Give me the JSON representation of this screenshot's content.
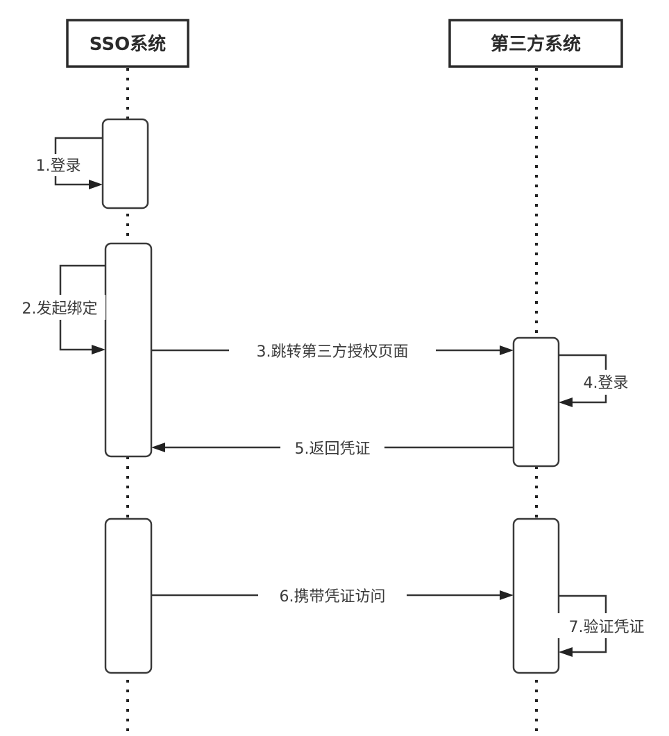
{
  "diagram": {
    "type": "sequence",
    "participants": [
      {
        "id": "sso",
        "label": "SSO系统"
      },
      {
        "id": "third",
        "label": "第三方系统"
      }
    ],
    "messages": [
      {
        "step": 1,
        "from": "sso",
        "to": "sso",
        "label": "1.登录",
        "kind": "self"
      },
      {
        "step": 2,
        "from": "sso",
        "to": "sso",
        "label": "2.发起绑定",
        "kind": "self"
      },
      {
        "step": 3,
        "from": "sso",
        "to": "third",
        "label": "3.跳转第三方授权页面",
        "kind": "call"
      },
      {
        "step": 4,
        "from": "third",
        "to": "third",
        "label": "4.登录",
        "kind": "self"
      },
      {
        "step": 5,
        "from": "third",
        "to": "sso",
        "label": "5.返回凭证",
        "kind": "return"
      },
      {
        "step": 6,
        "from": "sso",
        "to": "third",
        "label": "6.携带凭证访问",
        "kind": "call"
      },
      {
        "step": 7,
        "from": "third",
        "to": "third",
        "label": "7.验证凭证",
        "kind": "self"
      }
    ],
    "colors": {
      "stroke": "#2b2b2b",
      "text": "#3a3a3a",
      "background": "#ffffff"
    }
  }
}
